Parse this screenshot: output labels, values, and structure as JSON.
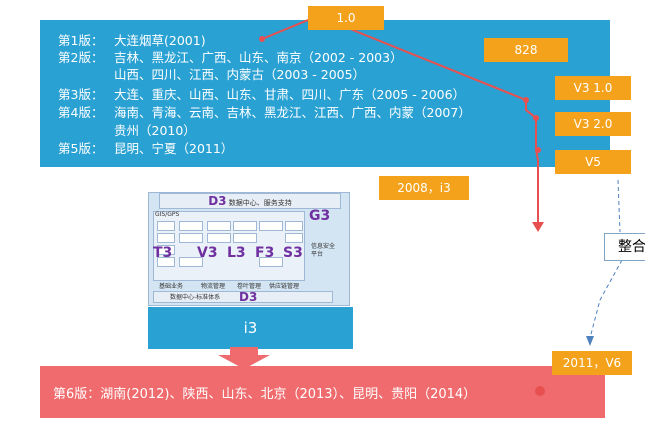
{
  "versions": {
    "v1": {
      "label": "第1版：",
      "text": "大连烟草(2001)"
    },
    "v2": {
      "label": "第2版：",
      "text": "吉林、黑龙江、广西、山东、南京（2002 - 2003）",
      "cont": "山西、四川、江西、内蒙古（2003 - 2005）"
    },
    "v3": {
      "label": "第3版：",
      "text": "大连、重庆、山西、山东、甘肃、四川、广东（2005 - 2006）"
    },
    "v4": {
      "label": "第4版：",
      "text": "海南、青海、云南、吉林、黑龙江、江西、广西、内蒙（2007）",
      "cont": "贵州（2010）"
    },
    "v5": {
      "label": "第5版：",
      "text": "昆明、宁夏（2011）"
    }
  },
  "v6_text": "第6版：湖南(2012)、陕西、山东、北京（2013）、昆明、贵阳（2014）",
  "callouts": {
    "c1": "1.0",
    "c828": "828",
    "cv31": "V3 1.0",
    "cv32": "V3 2.0",
    "cv5": "V5",
    "c2008": "2008，i3",
    "c2011": "2011，V6"
  },
  "merge_label": "整合",
  "arch": {
    "top": "D3",
    "top_sub": "数据中心、服务支持",
    "g3": "G3",
    "gis": "GIS/GPS",
    "t3": "T3",
    "v3": "V3",
    "l3": "L3",
    "f3": "F3",
    "s3": "S3",
    "base": "基础业务",
    "logistics": "物流管理",
    "finance": "卷叶管理",
    "supply": "供应链管理",
    "security": "信息安全平台",
    "datacenter": "数据中心-标准体系",
    "bottom": "D3"
  },
  "i3_label": "i3",
  "colors": {
    "blue": "#2aa1d3",
    "red": "#ef6b6e",
    "orange": "#f4a21c",
    "line": "#e8504f"
  }
}
